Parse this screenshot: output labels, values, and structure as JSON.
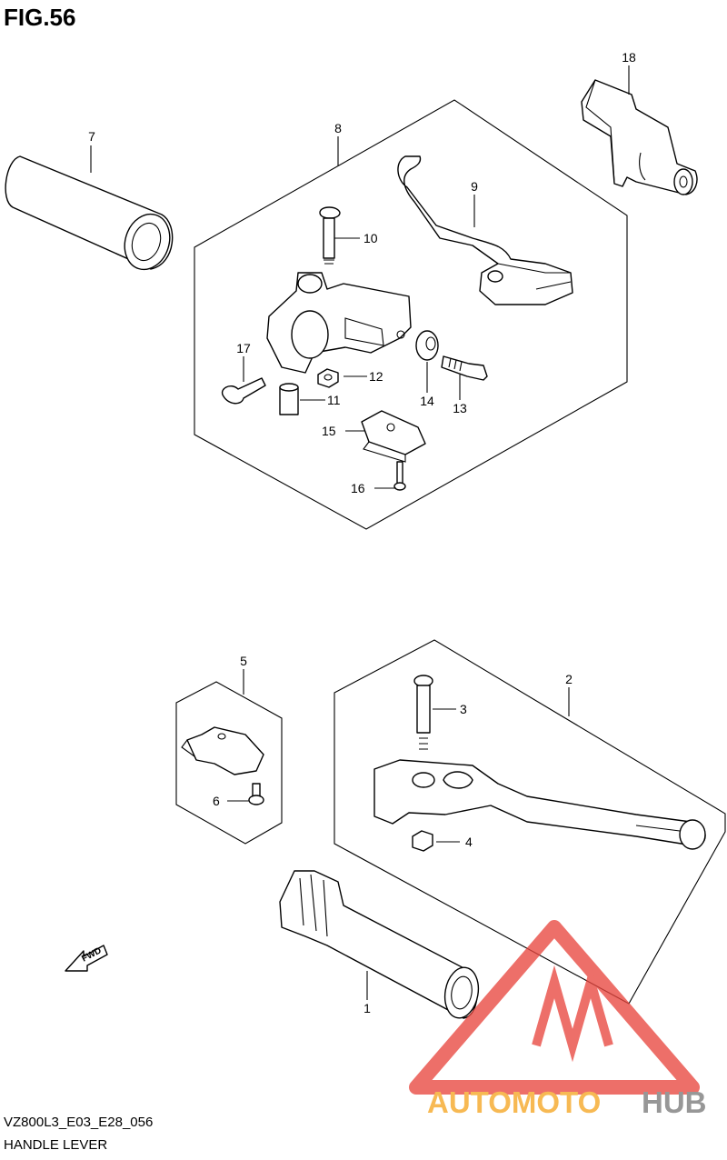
{
  "figure": {
    "title": "FIG.56",
    "code": "VZ800L3_E03_E28_056",
    "name": "HANDLE LEVER"
  },
  "callouts": [
    "1",
    "2",
    "3",
    "4",
    "5",
    "6",
    "7",
    "8",
    "9",
    "10",
    "11",
    "12",
    "13",
    "14",
    "15",
    "16",
    "17",
    "18"
  ],
  "fwd_label": "FWD",
  "watermark": {
    "part1": "AUTOMOTO",
    "part2": "HUB",
    "color_orange": "#f6a623",
    "color_red": "#e8473f",
    "color_gray": "#7b7b7b"
  }
}
